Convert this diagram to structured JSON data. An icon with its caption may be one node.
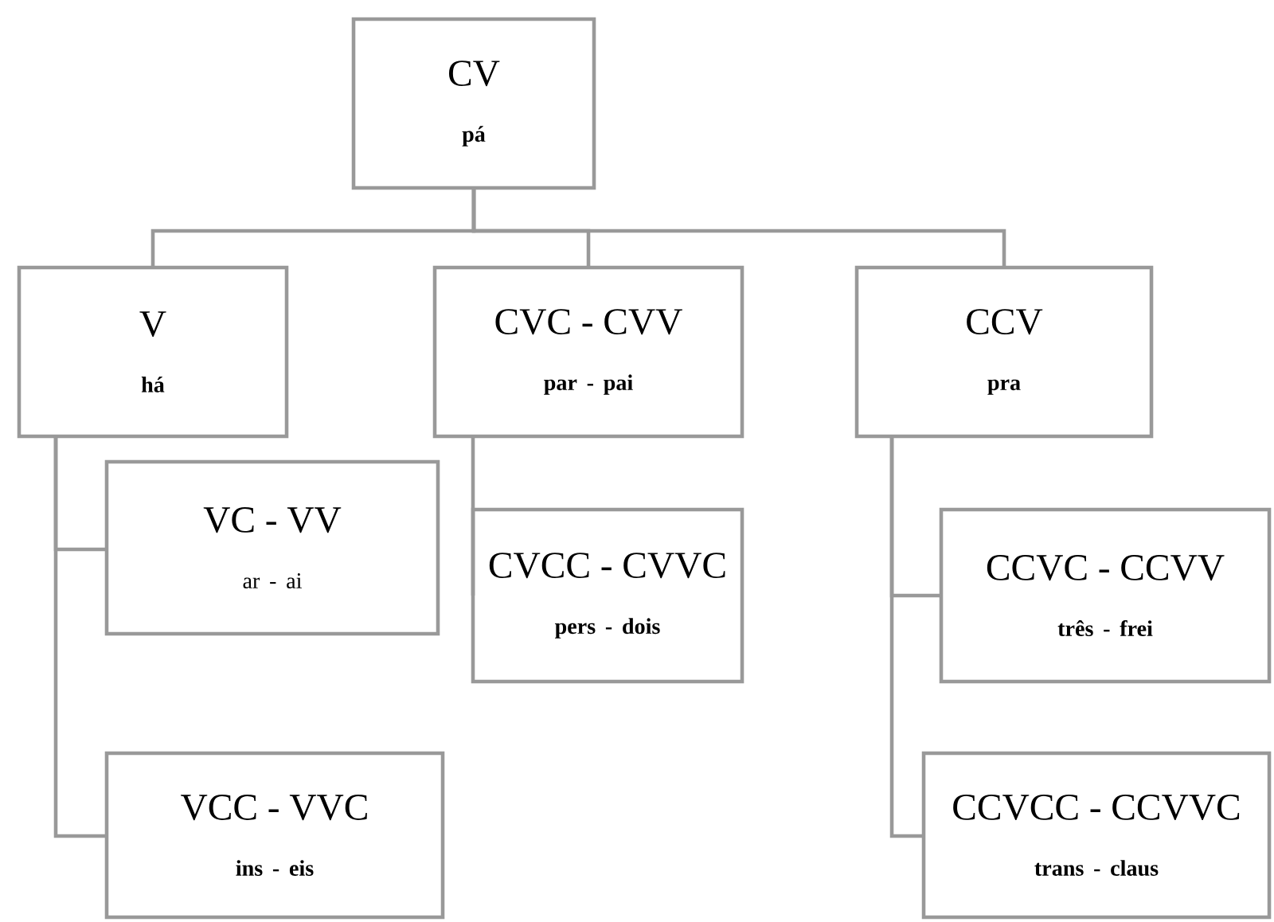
{
  "diagram": {
    "nodes": [
      {
        "text": [
          "CV",
          "pá"
        ]
      },
      {
        "text": [
          "V",
          "há"
        ]
      },
      {
        "text": [
          "CVC - CVV",
          "par - pai"
        ]
      },
      {
        "text": [
          "CCV",
          "pra"
        ]
      },
      {
        "text": [
          "VC - VV",
          "ar - ai"
        ]
      },
      {
        "text": [
          "VCC - VVC",
          "ins - eis"
        ]
      },
      {
        "text": [
          "CVCC - CVVC",
          "pers - dois"
        ]
      },
      {
        "text": [
          "CCVC - CCVV",
          "três - frei"
        ]
      },
      {
        "text": [
          "CCVCC - CCVVC",
          "trans - claus"
        ]
      }
    ],
    "edges": [
      {
        "from": 0,
        "to": 1,
        "arrow": "none"
      },
      {
        "from": 0,
        "to": 2,
        "arrow": "none"
      },
      {
        "from": 0,
        "to": 3,
        "arrow": "none"
      },
      {
        "from": 1,
        "to": 4,
        "arrow": "none"
      },
      {
        "from": 1,
        "to": 5,
        "arrow": "none"
      },
      {
        "from": 2,
        "to": 6,
        "arrow": "none"
      },
      {
        "from": 3,
        "to": 7,
        "arrow": "none"
      },
      {
        "from": 3,
        "to": 8,
        "arrow": "none"
      }
    ]
  }
}
